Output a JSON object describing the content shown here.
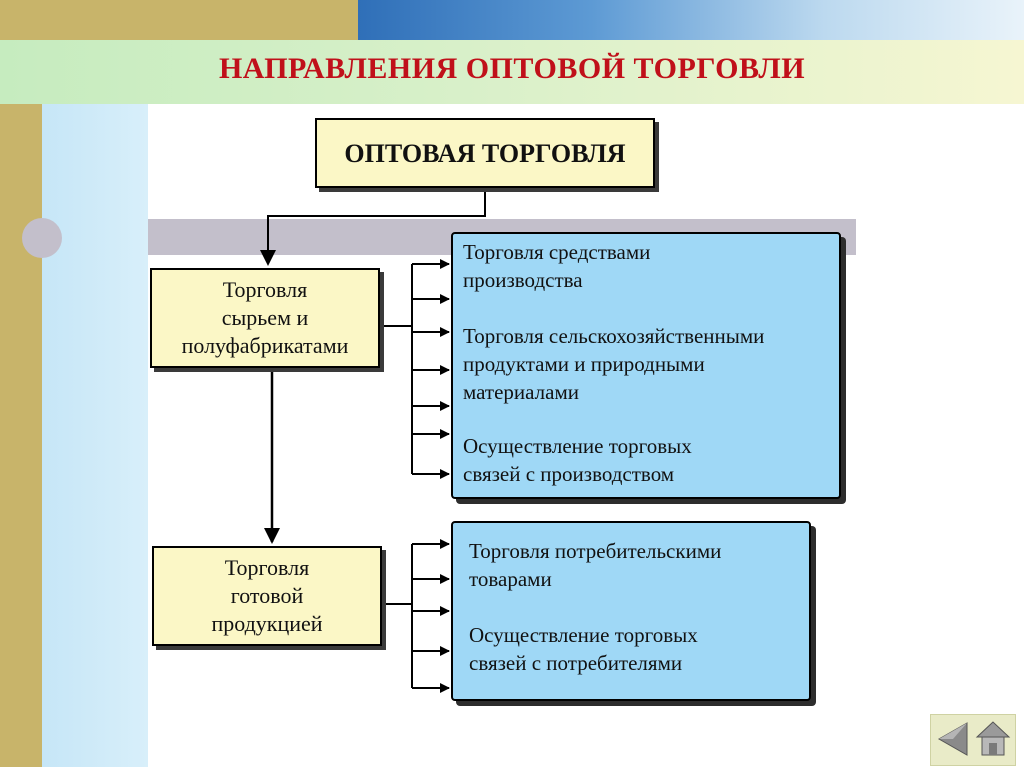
{
  "slide": {
    "title": "НАПРАВЛЕНИЯ ОПТОВОЙ ТОРГОВЛИ"
  },
  "diagram": {
    "root": "ОПТОВАЯ ТОРГОВЛЯ",
    "branches": [
      {
        "label": "Торговля\nсырьем и\nполуфабрикатами",
        "items": [
          "Торговля средствами\nпроизводства",
          "Торговля сельскохозяйственными\nпродуктами и природными\nматериалами",
          "Осуществление торговых\nсвязей с производством"
        ]
      },
      {
        "label": "Торговля\nготовой\nпродукцией",
        "items": [
          "Торговля потребительскими\nтоварами",
          "Осуществление торговых\nсвязей с потребителями"
        ]
      }
    ]
  },
  "colors": {
    "title": "#c0101a",
    "yellow_box": "#fbf7c6",
    "blue_box": "#9fd8f6"
  },
  "navigation": {
    "back_icon": "triangle-left-icon",
    "home_icon": "house-icon"
  }
}
